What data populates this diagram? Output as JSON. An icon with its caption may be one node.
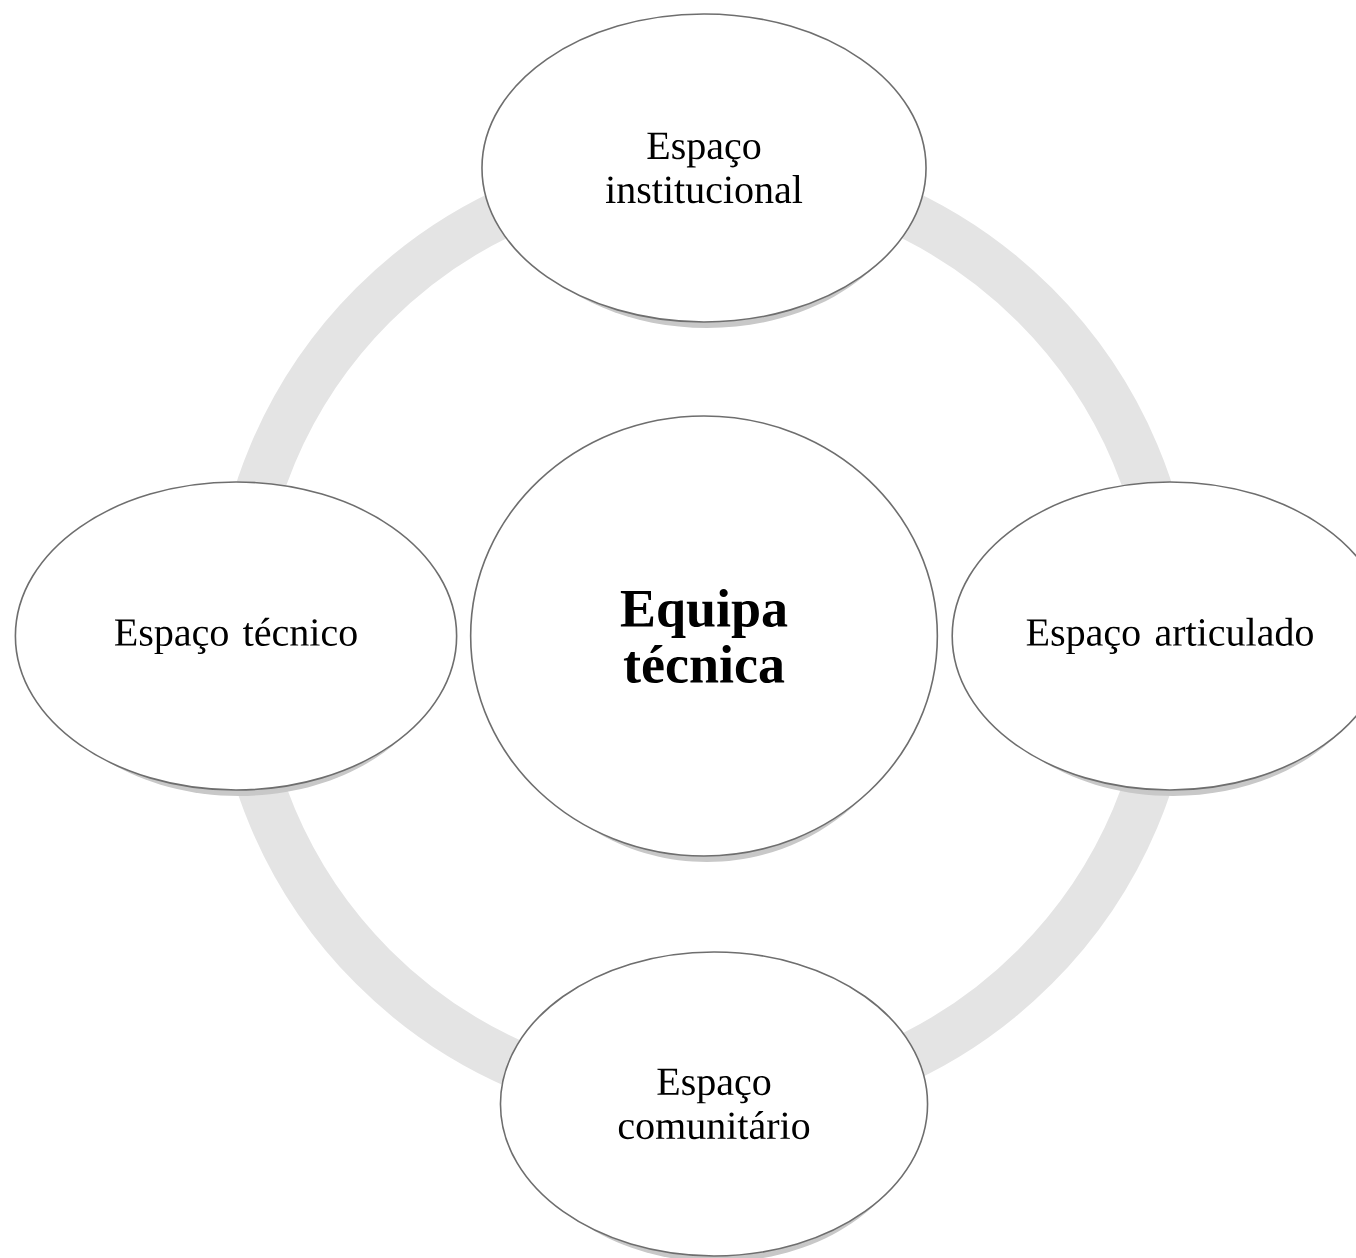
{
  "diagram": {
    "nodes": [
      {
        "text": [
          "Equipa técnica"
        ]
      },
      {
        "text": [
          "Espaço institucional"
        ]
      },
      {
        "text": [
          "Espaço articulado"
        ]
      },
      {
        "text": [
          "Espaço comunitário"
        ]
      },
      {
        "text": [
          "Espaço técnico"
        ]
      }
    ]
  }
}
